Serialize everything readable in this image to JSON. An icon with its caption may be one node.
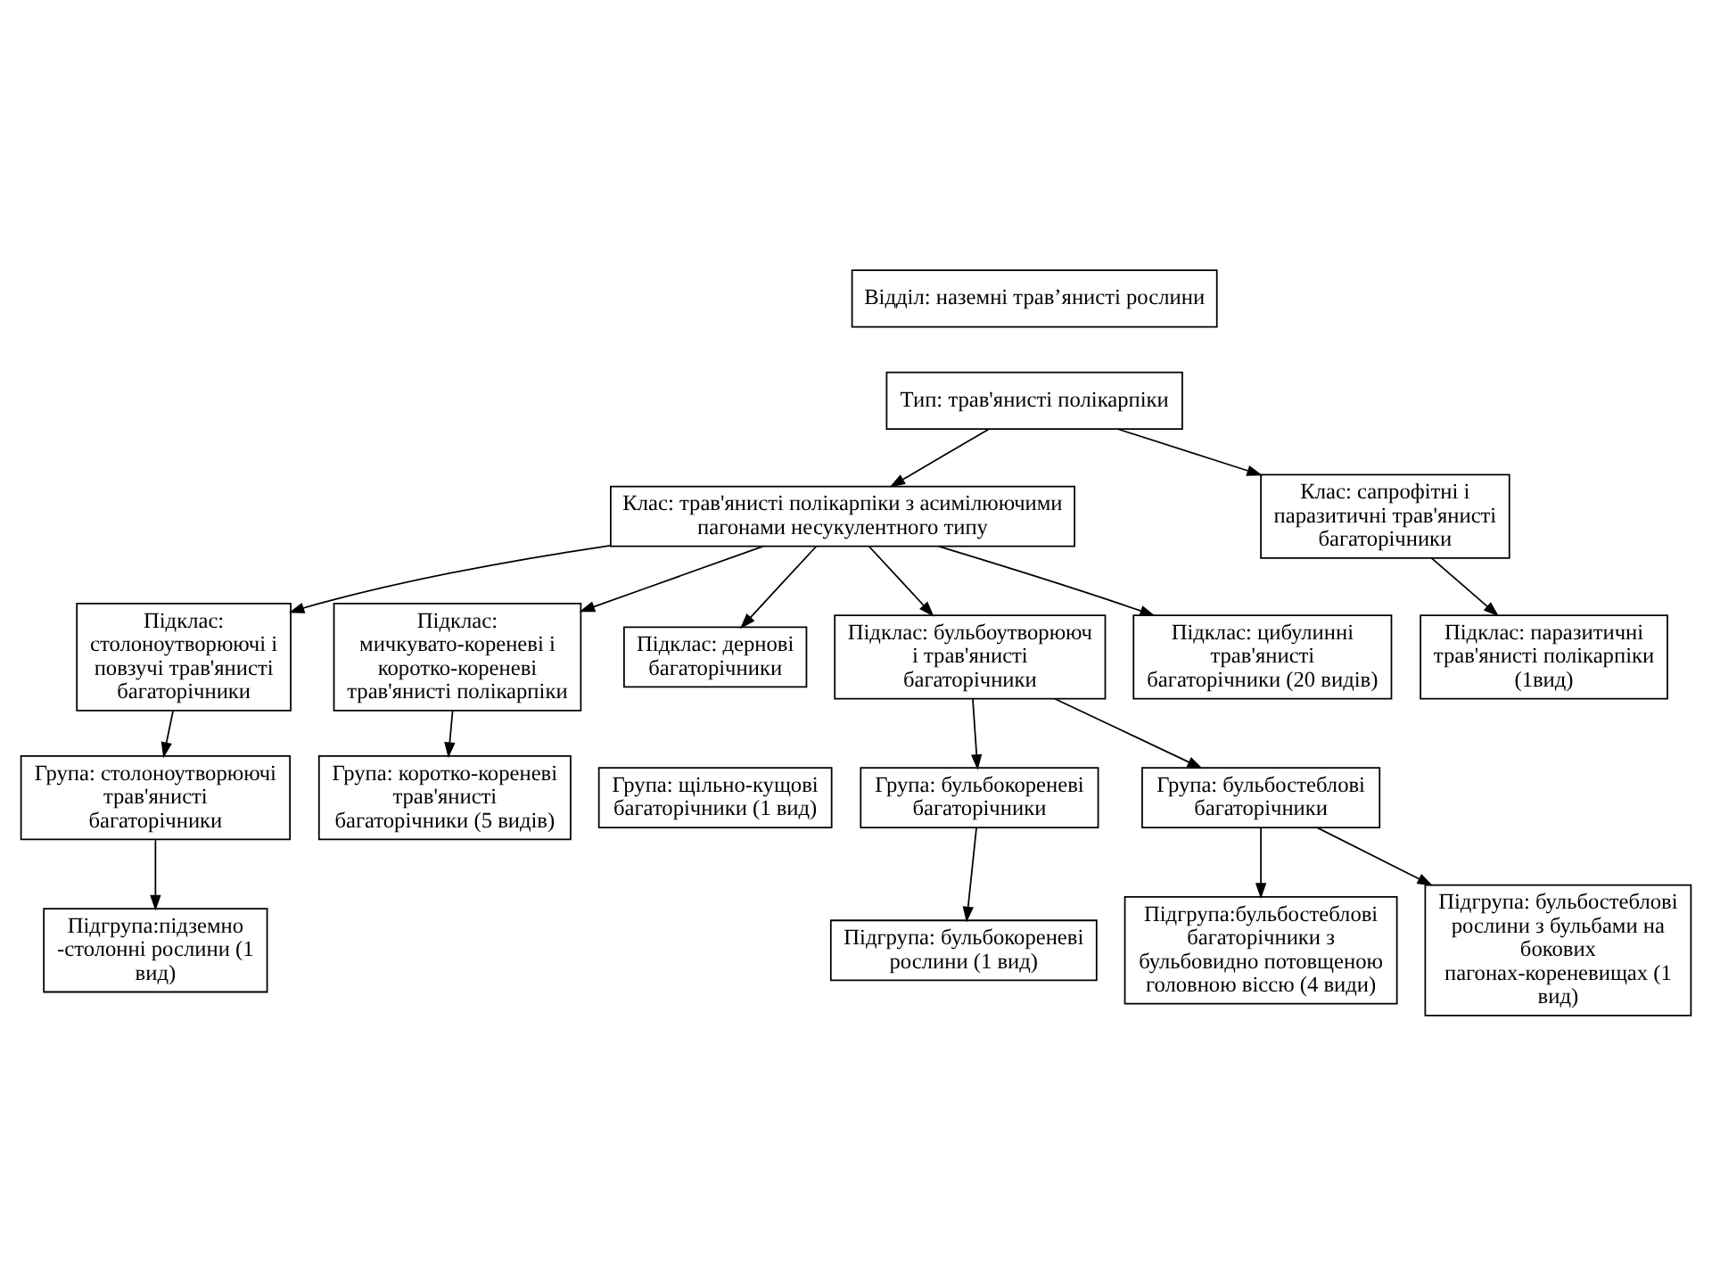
{
  "diagram": {
    "nodes": [
      {
        "text": [
          "Відділ: наземні трав’янисті рослини"
        ]
      },
      {
        "text": [
          "Тип: трав'янисті полікарпіки"
        ]
      },
      {
        "text": [
          "Клас: трав'янисті полікарпіки з асимілюючими пагонами несукулентного типу"
        ]
      },
      {
        "text": [
          "Клас: сапрофітні і паразитичні трав'янисті багаторічники"
        ]
      },
      {
        "text": [
          "Підклас: столоноутворюючі і повзучі трав'янисті багаторічники"
        ]
      },
      {
        "text": [
          "Підклас: мичкувато-кореневі і коротко-кореневі трав'янисті полікарпіки"
        ]
      },
      {
        "text": [
          "Підклас: дернові багаторічники"
        ]
      },
      {
        "text": [
          "Група: щільно-кущові багаторічники (1 вид)"
        ]
      },
      {
        "text": [
          "Підклас: паразитичні трав'янисті полікарпіки (1вид)"
        ]
      },
      {
        "text": [
          "Група: столоноутворюючі трав'янисті багаторічники"
        ]
      },
      {
        "text": [
          "Група: коротко-кореневі трав'янисті багаторічники (5 видів)"
        ]
      },
      {
        "text": [
          "Підклас: бульбоутворююч і трав'янисті багаторічники"
        ]
      },
      {
        "text": [
          "Група: бульбокореневі багаторічники"
        ]
      },
      {
        "text": [
          "Підгрупа:підземно -столонні рослини (1 вид)"
        ]
      },
      {
        "text": [
          "Група: бульбостеблові багаторічники"
        ]
      },
      {
        "text": [
          "Підгрупа: бульбокореневі рослини (1 вид)"
        ]
      },
      {
        "text": [
          "Підклас: цибулинні трав'янисті багаторічники (20 видів)"
        ]
      },
      {
        "text": [
          "Підгрупа:бульбостеблові багаторічники з бульбовидно потовщеною головною віссю (4 види)"
        ]
      },
      {
        "text": [
          "Підгрупа: бульбостеблові рослини з бульбами на бокових пагонах-кореневищах (1 вид)"
        ]
      }
    ],
    "edges": [
      {
        "from": 1,
        "to": 2,
        "arrow": "to"
      },
      {
        "from": 1,
        "to": 3,
        "arrow": "to"
      },
      {
        "from": 2,
        "to": 4,
        "arrow": "to"
      },
      {
        "from": 2,
        "to": 16,
        "arrow": "to"
      },
      {
        "from": 2,
        "to": 5,
        "arrow": "to"
      },
      {
        "from": 2,
        "to": 11,
        "arrow": "to"
      },
      {
        "from": 2,
        "to": 6,
        "arrow": "to"
      },
      {
        "from": 3,
        "to": 8,
        "arrow": "to"
      },
      {
        "from": 4,
        "to": 9,
        "arrow": "to"
      },
      {
        "from": 5,
        "to": 10,
        "arrow": "to"
      },
      {
        "from": 9,
        "to": 13,
        "arrow": "to"
      },
      {
        "from": 11,
        "to": 12,
        "arrow": "to"
      },
      {
        "from": 11,
        "to": 14,
        "arrow": "to"
      },
      {
        "from": 12,
        "to": 15,
        "arrow": "to"
      },
      {
        "from": 14,
        "to": 17,
        "arrow": "to"
      },
      {
        "from": 14,
        "to": 18,
        "arrow": "to"
      }
    ]
  }
}
